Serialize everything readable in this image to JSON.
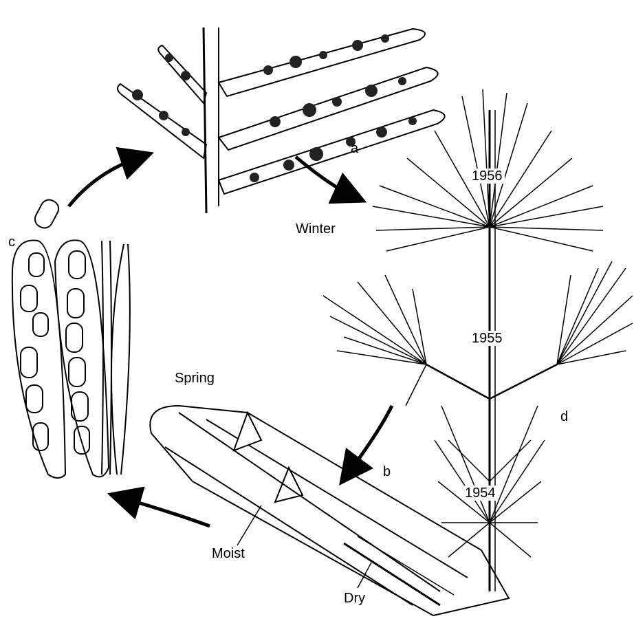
{
  "labels": {
    "a": "a",
    "b": "b",
    "c": "c",
    "d": "d",
    "winter": "Winter",
    "spring": "Spring",
    "moist": "Moist",
    "dry": "Dry"
  },
  "years": {
    "y1956": "1956",
    "y1955": "1955",
    "y1954": "1954"
  },
  "colors": {
    "ink": "#000000",
    "paper": "#ffffff"
  }
}
